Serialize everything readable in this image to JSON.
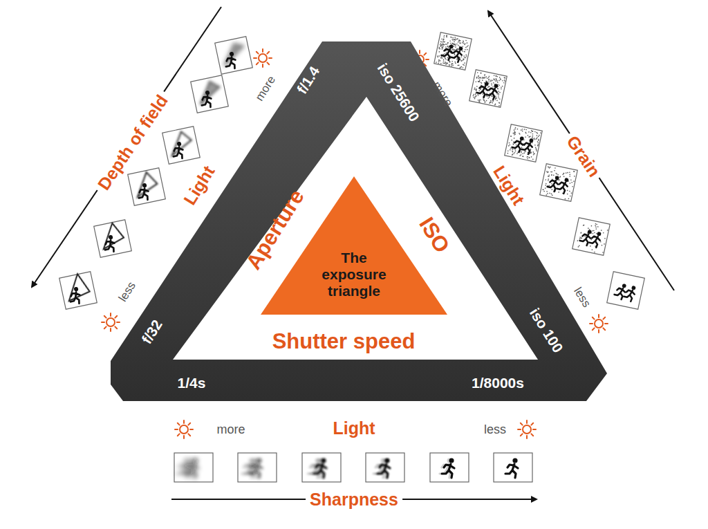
{
  "diagram": {
    "nodes": [
      {
        "text": [
          "f/1.4",
          "iso 25600",
          "Aperture",
          "ISO",
          "f/32",
          "iso 100",
          "Shutter speed",
          "1/4s",
          "1/8000s"
        ]
      },
      {
        "text": [
          "The exposure triangle"
        ],
        "in": 0
      }
    ],
    "labels": [
      "Depth of field",
      "more",
      "Light",
      "less",
      "more",
      "Grain",
      "Light",
      "less",
      "more",
      "Light",
      "less",
      "Sharpness"
    ]
  }
}
